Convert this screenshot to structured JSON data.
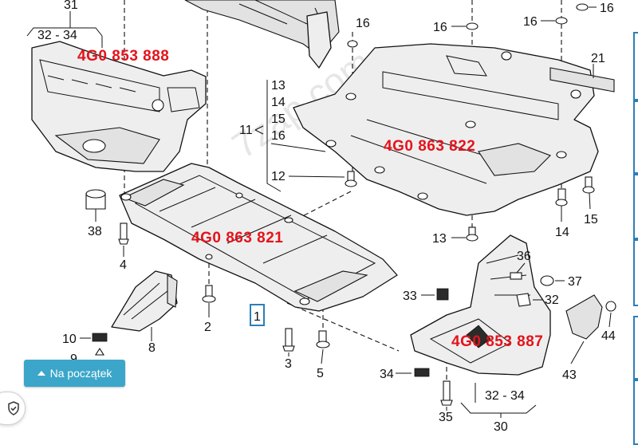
{
  "watermark": "7zap.com",
  "callouts": {
    "c1": "1",
    "c2": "2",
    "c3": "3",
    "c4": "4",
    "c5": "5",
    "c8": "8",
    "c9": "9",
    "c10": "10",
    "c11": "11",
    "c12": "12",
    "c13a": "13",
    "c13b": "13",
    "c14a": "14",
    "c14b": "14",
    "c15a": "15",
    "c15b": "15",
    "c16a": "16",
    "c16b": "16",
    "c16c": "16",
    "c16d": "16",
    "c16e": "16",
    "c21": "21",
    "c30": "30",
    "c31": "31",
    "c32": "32",
    "c33": "33",
    "c34": "34",
    "c35": "35",
    "c36": "36",
    "c37": "37",
    "c38": "38",
    "c43": "43",
    "c44": "44",
    "range_top": "32 - 34",
    "range_bottom": "32 - 34"
  },
  "part_numbers": {
    "front_bumper": "4G0 853 888",
    "rear_cover": "4G0 863 822",
    "main_cover": "4G0 863 821",
    "side_panel": "4G0 853 887"
  },
  "ui": {
    "back_to_top": "Na początek",
    "icons": [
      "chevron-up-icon",
      "shield-check-icon"
    ]
  }
}
